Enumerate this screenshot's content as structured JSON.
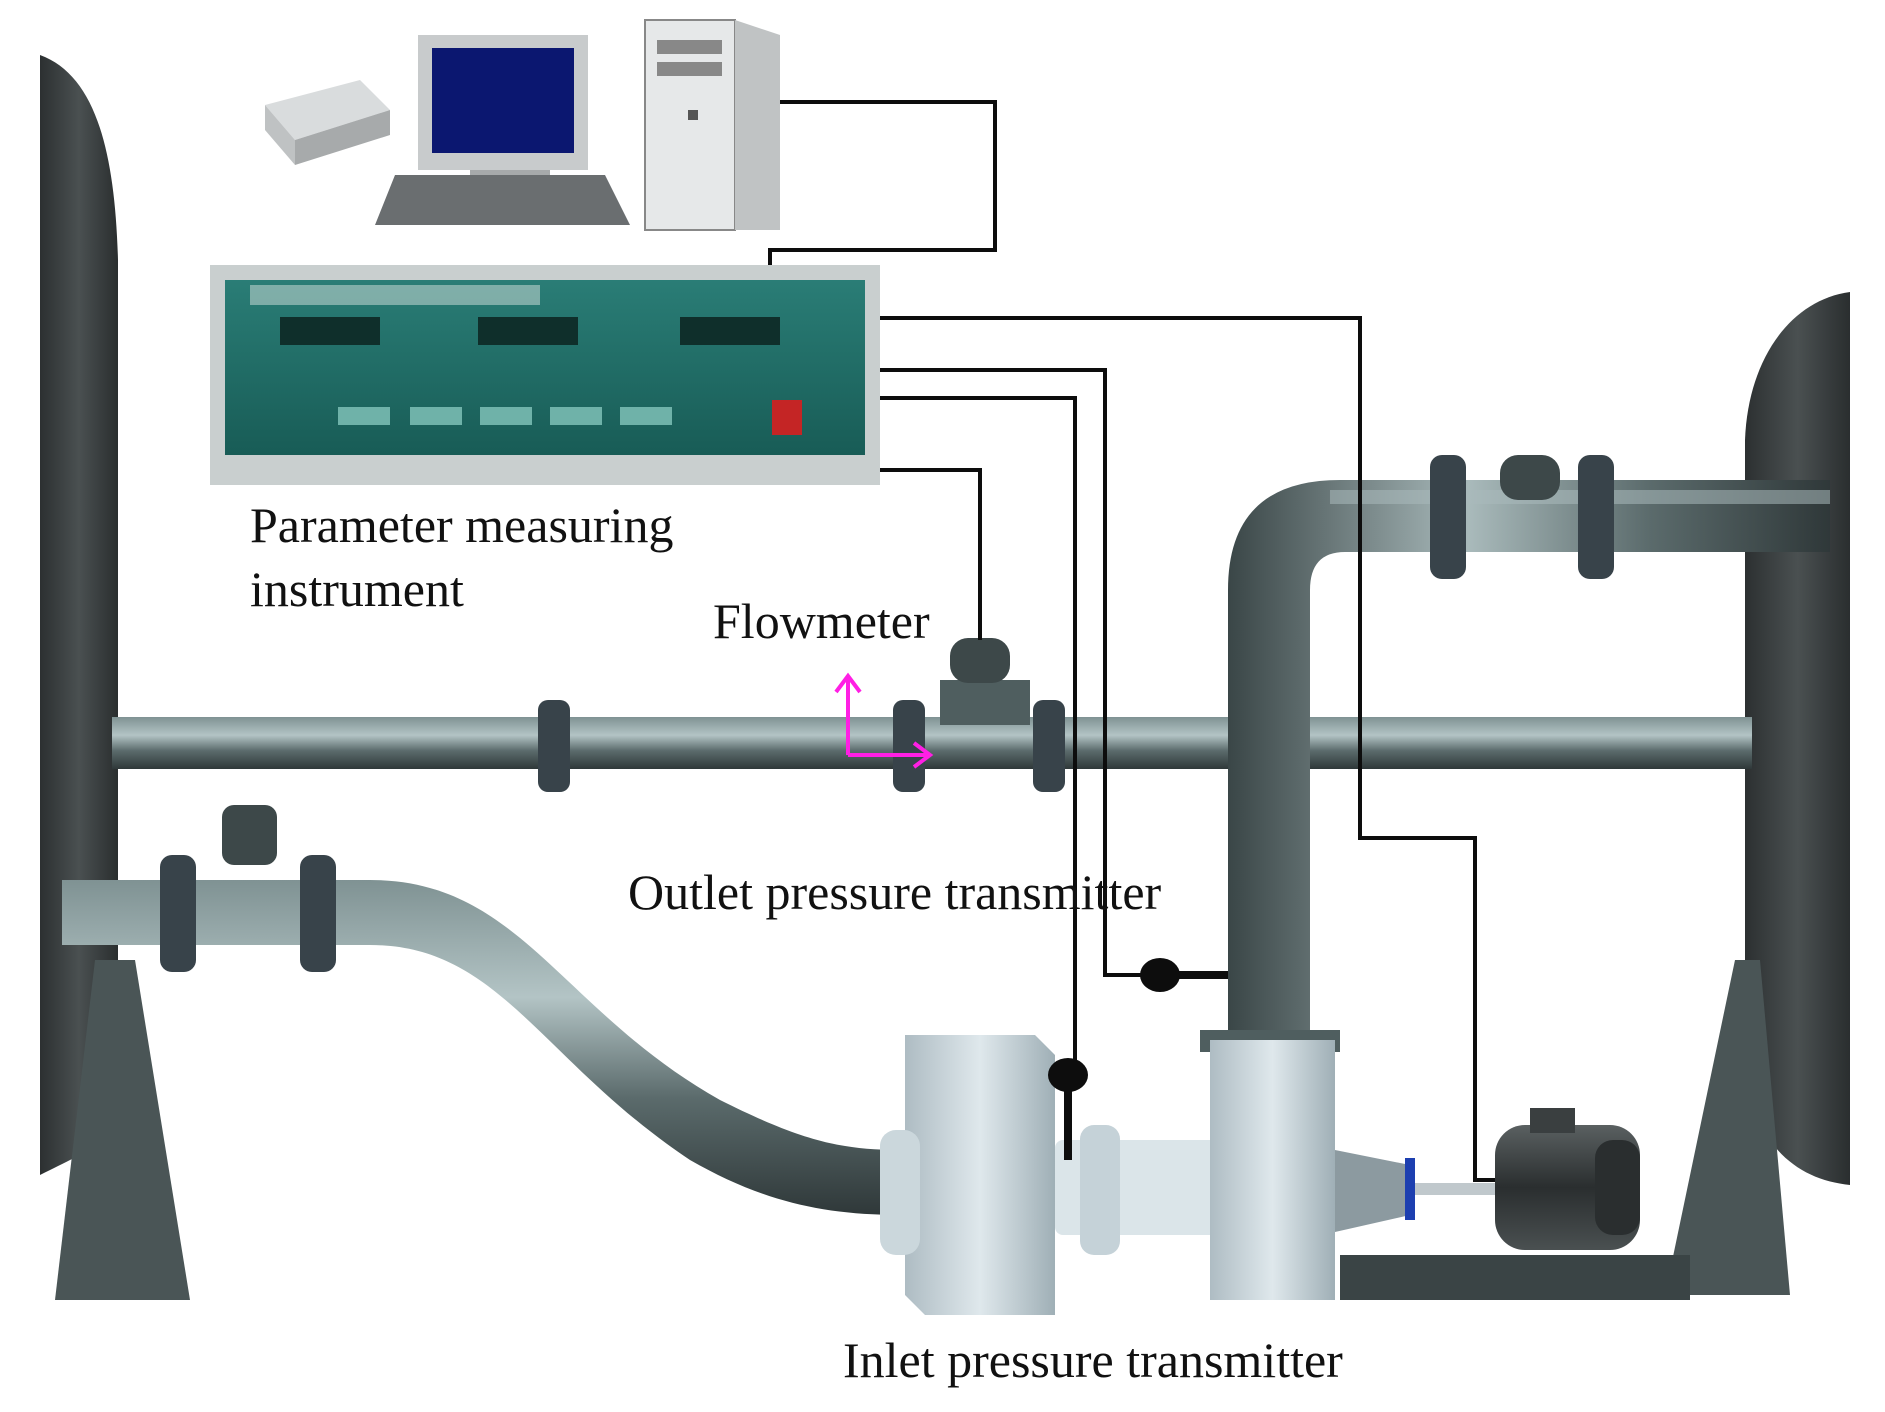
{
  "labels": {
    "parameter_instrument_line1": "Parameter measuring",
    "parameter_instrument_line2": "instrument",
    "flowmeter": "Flowmeter",
    "outlet_transmitter": "Outlet pressure transmitter",
    "inlet_transmitter": "Inlet pressure transmitter"
  },
  "colors": {
    "pipe": "#4f5e5f",
    "pipe_highlight": "#93a7a8",
    "tank": "#3a3f40",
    "pump_body": "#c5d2d8",
    "wire": "#0d0d0d",
    "panel_face": "#1f6f68",
    "axis_marker": "#ff1fe4",
    "motor": "#35393a"
  }
}
